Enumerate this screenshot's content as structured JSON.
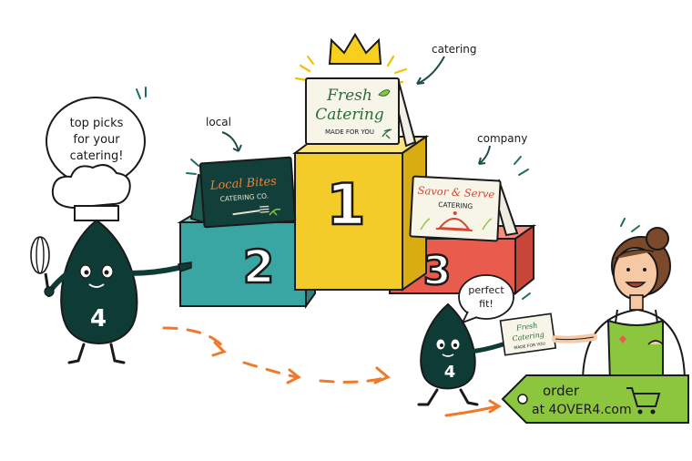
{
  "speech_bubble": {
    "line1": "top picks",
    "line2": "for your",
    "line3": "catering!"
  },
  "mascot_number": "4",
  "labels": {
    "local": "local",
    "catering": "catering",
    "company": "company"
  },
  "podium": {
    "first": "1",
    "second": "2",
    "third": "3"
  },
  "cards": {
    "first": {
      "line1": "Fresh",
      "line2": "Catering",
      "line3": "MADE FOR YOU"
    },
    "second": {
      "line1": "Local Bites",
      "line2": "CATERING CO."
    },
    "third": {
      "line1": "Savor & Serve",
      "line2": "CATERING"
    }
  },
  "small_bubble": {
    "line1": "perfect",
    "line2": "fit!"
  },
  "small_card": {
    "line1": "Fresh",
    "line2": "Catering",
    "line3": "MADE FOR YOU"
  },
  "tag": {
    "line1": "order",
    "line2": "at 4OVER4.com"
  },
  "colors": {
    "teal": "#3aa6a3",
    "yellow": "#f4cc2a",
    "red": "#e95b4c",
    "dark": "#0f3b36",
    "green": "#8cc63f",
    "orange": "#f07a2a"
  },
  "icons": [
    "crown-icon",
    "fork-icon",
    "cloche-icon",
    "cart-icon",
    "whisk-icon",
    "heart-icon"
  ]
}
